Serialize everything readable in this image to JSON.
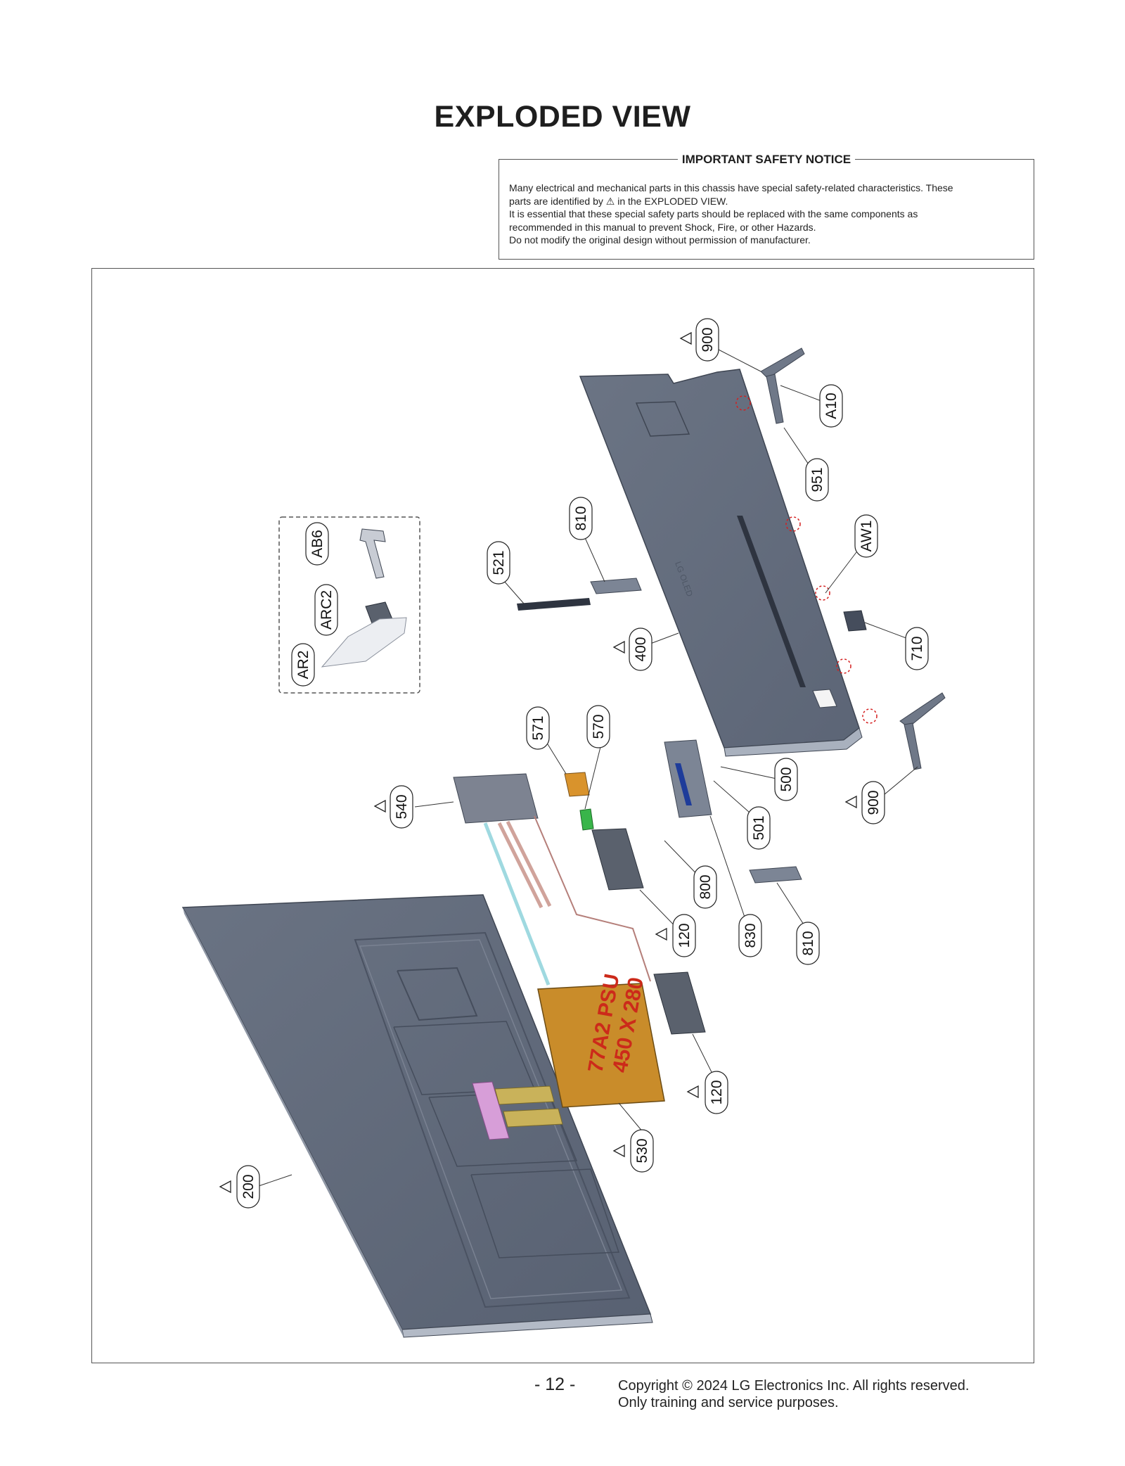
{
  "page": {
    "title": "EXPLODED VIEW",
    "page_number": "- 12 -",
    "copyright_line1": "Copyright © 2024 LG Electronics Inc. All rights reserved.",
    "copyright_line2": "Only training and service purposes."
  },
  "safety_notice": {
    "heading": "IMPORTANT SAFETY NOTICE",
    "line1": "Many electrical and mechanical parts in this chassis have special safety-related characteristics. These",
    "line2_before": "parts are identified by",
    "warning_glyph": "⚠",
    "line2_after": "in the EXPLODED VIEW.",
    "line3": "It is essential that these special safety parts should be replaced with the same components as",
    "line4": "recommended in this manual to prevent Shock, Fire, or other Hazards.",
    "line5": "Do not modify the original design without permission of manufacturer."
  },
  "diagram": {
    "callouts": {
      "c900a": "900",
      "cA10": "A10",
      "c951": "951",
      "cAW1": "AW1",
      "c810a": "810",
      "c521": "521",
      "c400": "400",
      "c710": "710",
      "cAB6": "AB6",
      "cARC2": "ARC2",
      "cAR2": "AR2",
      "c571": "571",
      "c570": "570",
      "c540": "540",
      "c500": "500",
      "c501": "501",
      "c900b": "900",
      "c800": "800",
      "c830": "830",
      "c810b": "810",
      "c120a": "120",
      "c120b": "120",
      "c530": "530",
      "c200": "200"
    },
    "psu_label_line1": "77A2 PSU",
    "psu_label_line2": "450 X 280",
    "rear_brand": "LG OLED"
  }
}
